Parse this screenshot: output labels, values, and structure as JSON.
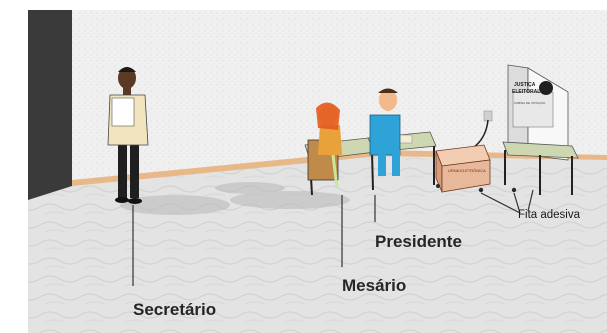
{
  "labels": {
    "secretario": "Secretário",
    "mesario": "Mesário",
    "presidente": "Presidente",
    "fita": "Fita adesiva"
  },
  "booth": {
    "sign_line1": "JUSTIÇA",
    "sign_line2": "ELEITORAL",
    "sign_line3": "CABINA DE VOTAÇÃO"
  },
  "box": {
    "label": "URNA ELETRÔNICA"
  },
  "colors": {
    "floor": "#e3e3e3",
    "wall": "#f0f0f0",
    "baseboard": "#e8b889",
    "dark_wall": "#3a3a3a",
    "box": "#e8b89a",
    "table_top": "#cdd7b1",
    "jacket_blue": "#2fa3d8",
    "secretary_jacket": "#f2e4bf"
  }
}
